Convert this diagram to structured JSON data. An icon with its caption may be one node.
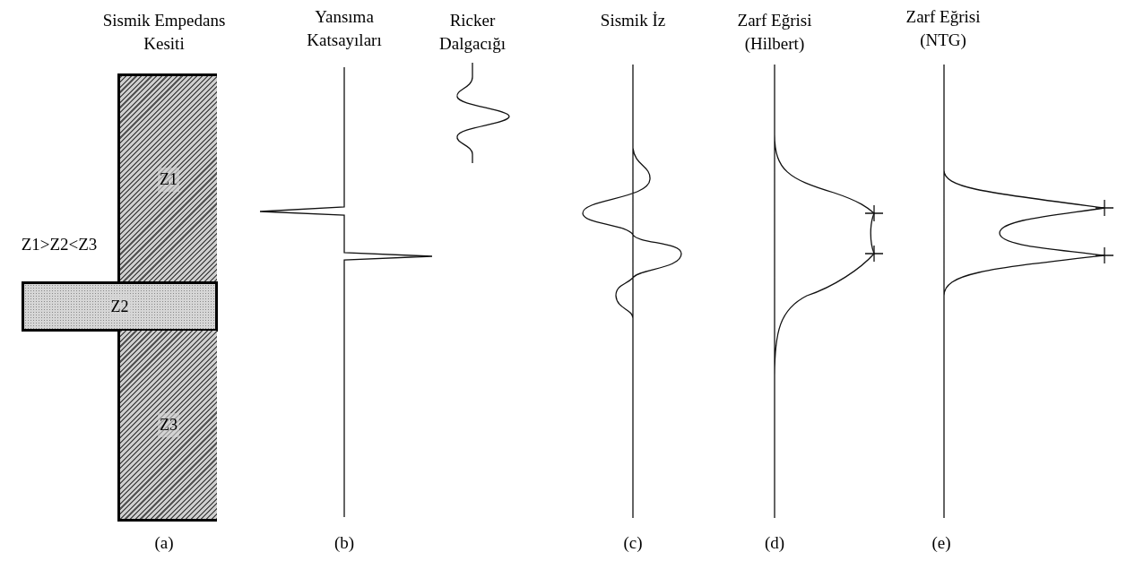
{
  "diagram": {
    "nodes": [
      {
        "text": [
          "Z1"
        ]
      },
      {
        "text": [
          "Z2"
        ]
      },
      {
        "text": [
          "Z3"
        ]
      }
    ],
    "labels": [
      "Sismik Empedans Kesiti",
      "Yansıma Katsayıları",
      "Ricker Dalgacığı",
      "Sismik İz",
      "Zarf Eğrisi (Hilbert)",
      "Zarf Eğrisi (NTG)",
      "Z1>Z2<Z3",
      "(a)",
      "(b)",
      "(c)",
      "(d)",
      "(e)"
    ]
  }
}
